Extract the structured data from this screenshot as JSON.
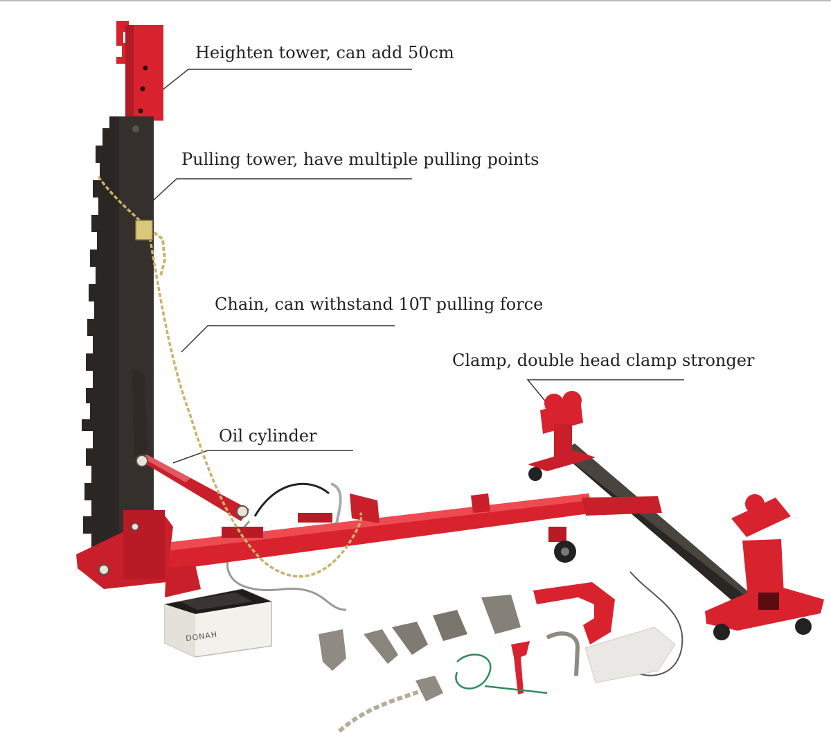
{
  "labels": {
    "heighten_tower": "Heighten tower, can add 50cm",
    "pulling_tower": "Pulling tower, have multiple pulling points",
    "chain": "Chain, can withstand 10T pulling force",
    "clamp": "Clamp, double head clamp stronger",
    "oil_cylinder": "Oil cylinder"
  },
  "pump": {
    "brand": "DONAH"
  },
  "colors": {
    "frame_red": "#d8232f",
    "tower_black": "#2a2623",
    "chain_gold": "#c9b36a",
    "tool_gray": "#8f8a82",
    "leader_line": "#333333"
  }
}
